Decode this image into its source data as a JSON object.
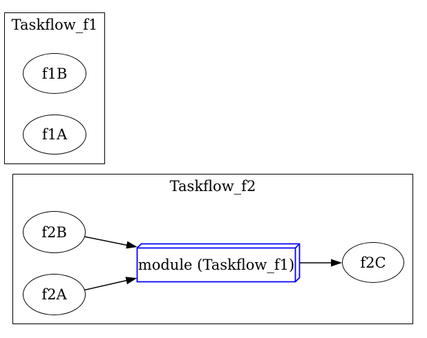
{
  "diagram": {
    "type": "graphviz-task-graph",
    "background": "#ffffff",
    "colors": {
      "edge": "#000000",
      "node_border": "#000000",
      "module_border": "#0000ff",
      "text": "#000000"
    },
    "clusters": [
      {
        "title": "Taskflow_f1",
        "nodes": [
          "f1B",
          "f1A"
        ]
      },
      {
        "title": "Taskflow_f2",
        "nodes": [
          "f2B",
          "f2A",
          "module (Taskflow_f1)",
          "f2C"
        ]
      }
    ],
    "nodes": {
      "f1B": {
        "label": "f1B",
        "shape": "ellipse"
      },
      "f1A": {
        "label": "f1A",
        "shape": "ellipse"
      },
      "f2B": {
        "label": "f2B",
        "shape": "ellipse"
      },
      "f2A": {
        "label": "f2A",
        "shape": "ellipse"
      },
      "f2C": {
        "label": "f2C",
        "shape": "ellipse"
      },
      "module": {
        "label": "module (Taskflow_f1)",
        "shape": "box3d",
        "border_color": "#0000ff"
      }
    },
    "edges": [
      {
        "from": "f2B",
        "to": "module (Taskflow_f1)",
        "arrow": "normal"
      },
      {
        "from": "f2A",
        "to": "module (Taskflow_f1)",
        "arrow": "normal"
      },
      {
        "from": "module (Taskflow_f1)",
        "to": "f2C",
        "arrow": "normal"
      }
    ]
  }
}
